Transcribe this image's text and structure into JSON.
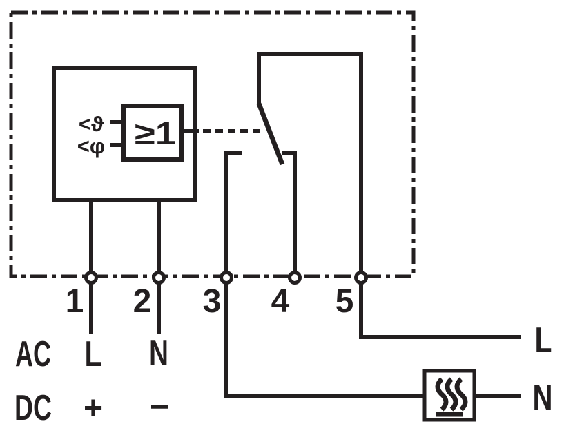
{
  "ink_color": "#231f20",
  "background_color": "#ffffff",
  "device": {
    "gate_label": "≥1",
    "temp_input_label": "<ϑ",
    "humidity_input_label": "<φ"
  },
  "terminals": [
    "1",
    "2",
    "3",
    "4",
    "5"
  ],
  "supply": {
    "ac_row_label": "AC",
    "dc_row_label": "DC",
    "ac_line_label": "L",
    "ac_neutral_label": "N",
    "dc_plus_label": "+",
    "dc_minus_label": "−"
  },
  "load": {
    "line_label": "L",
    "neutral_label": "N"
  }
}
